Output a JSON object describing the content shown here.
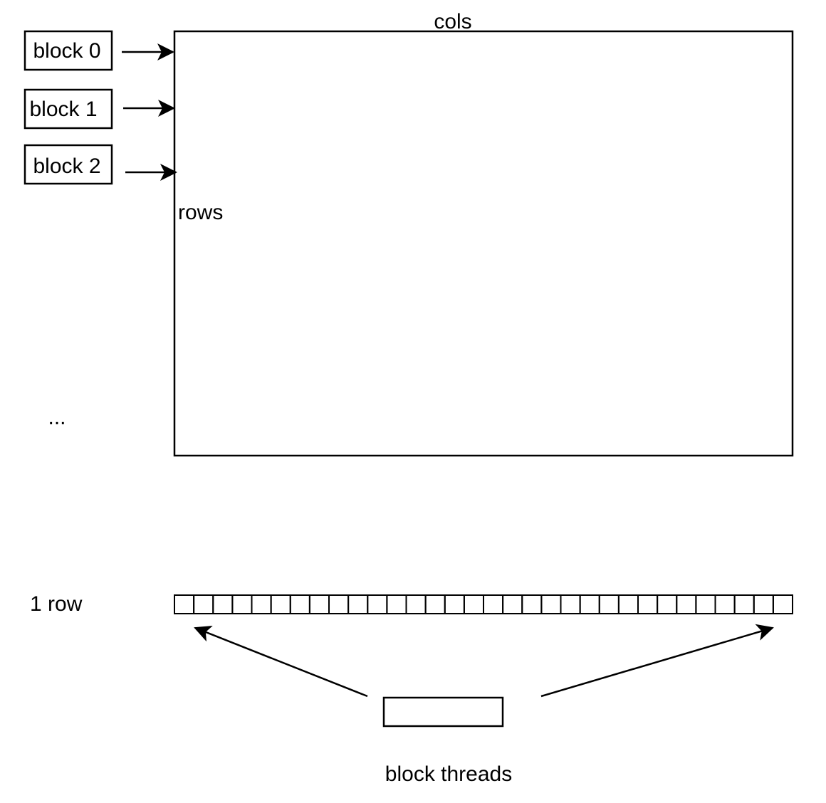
{
  "blocks": [
    "block 0",
    "block 1",
    "block 2"
  ],
  "labels": {
    "cols": "cols",
    "rows": "rows",
    "ellipsis": "...",
    "one_row": "1 row",
    "block_threads": "block threads"
  },
  "row_cells": 32,
  "colors": {
    "stroke": "#000000",
    "background": "#ffffff"
  }
}
